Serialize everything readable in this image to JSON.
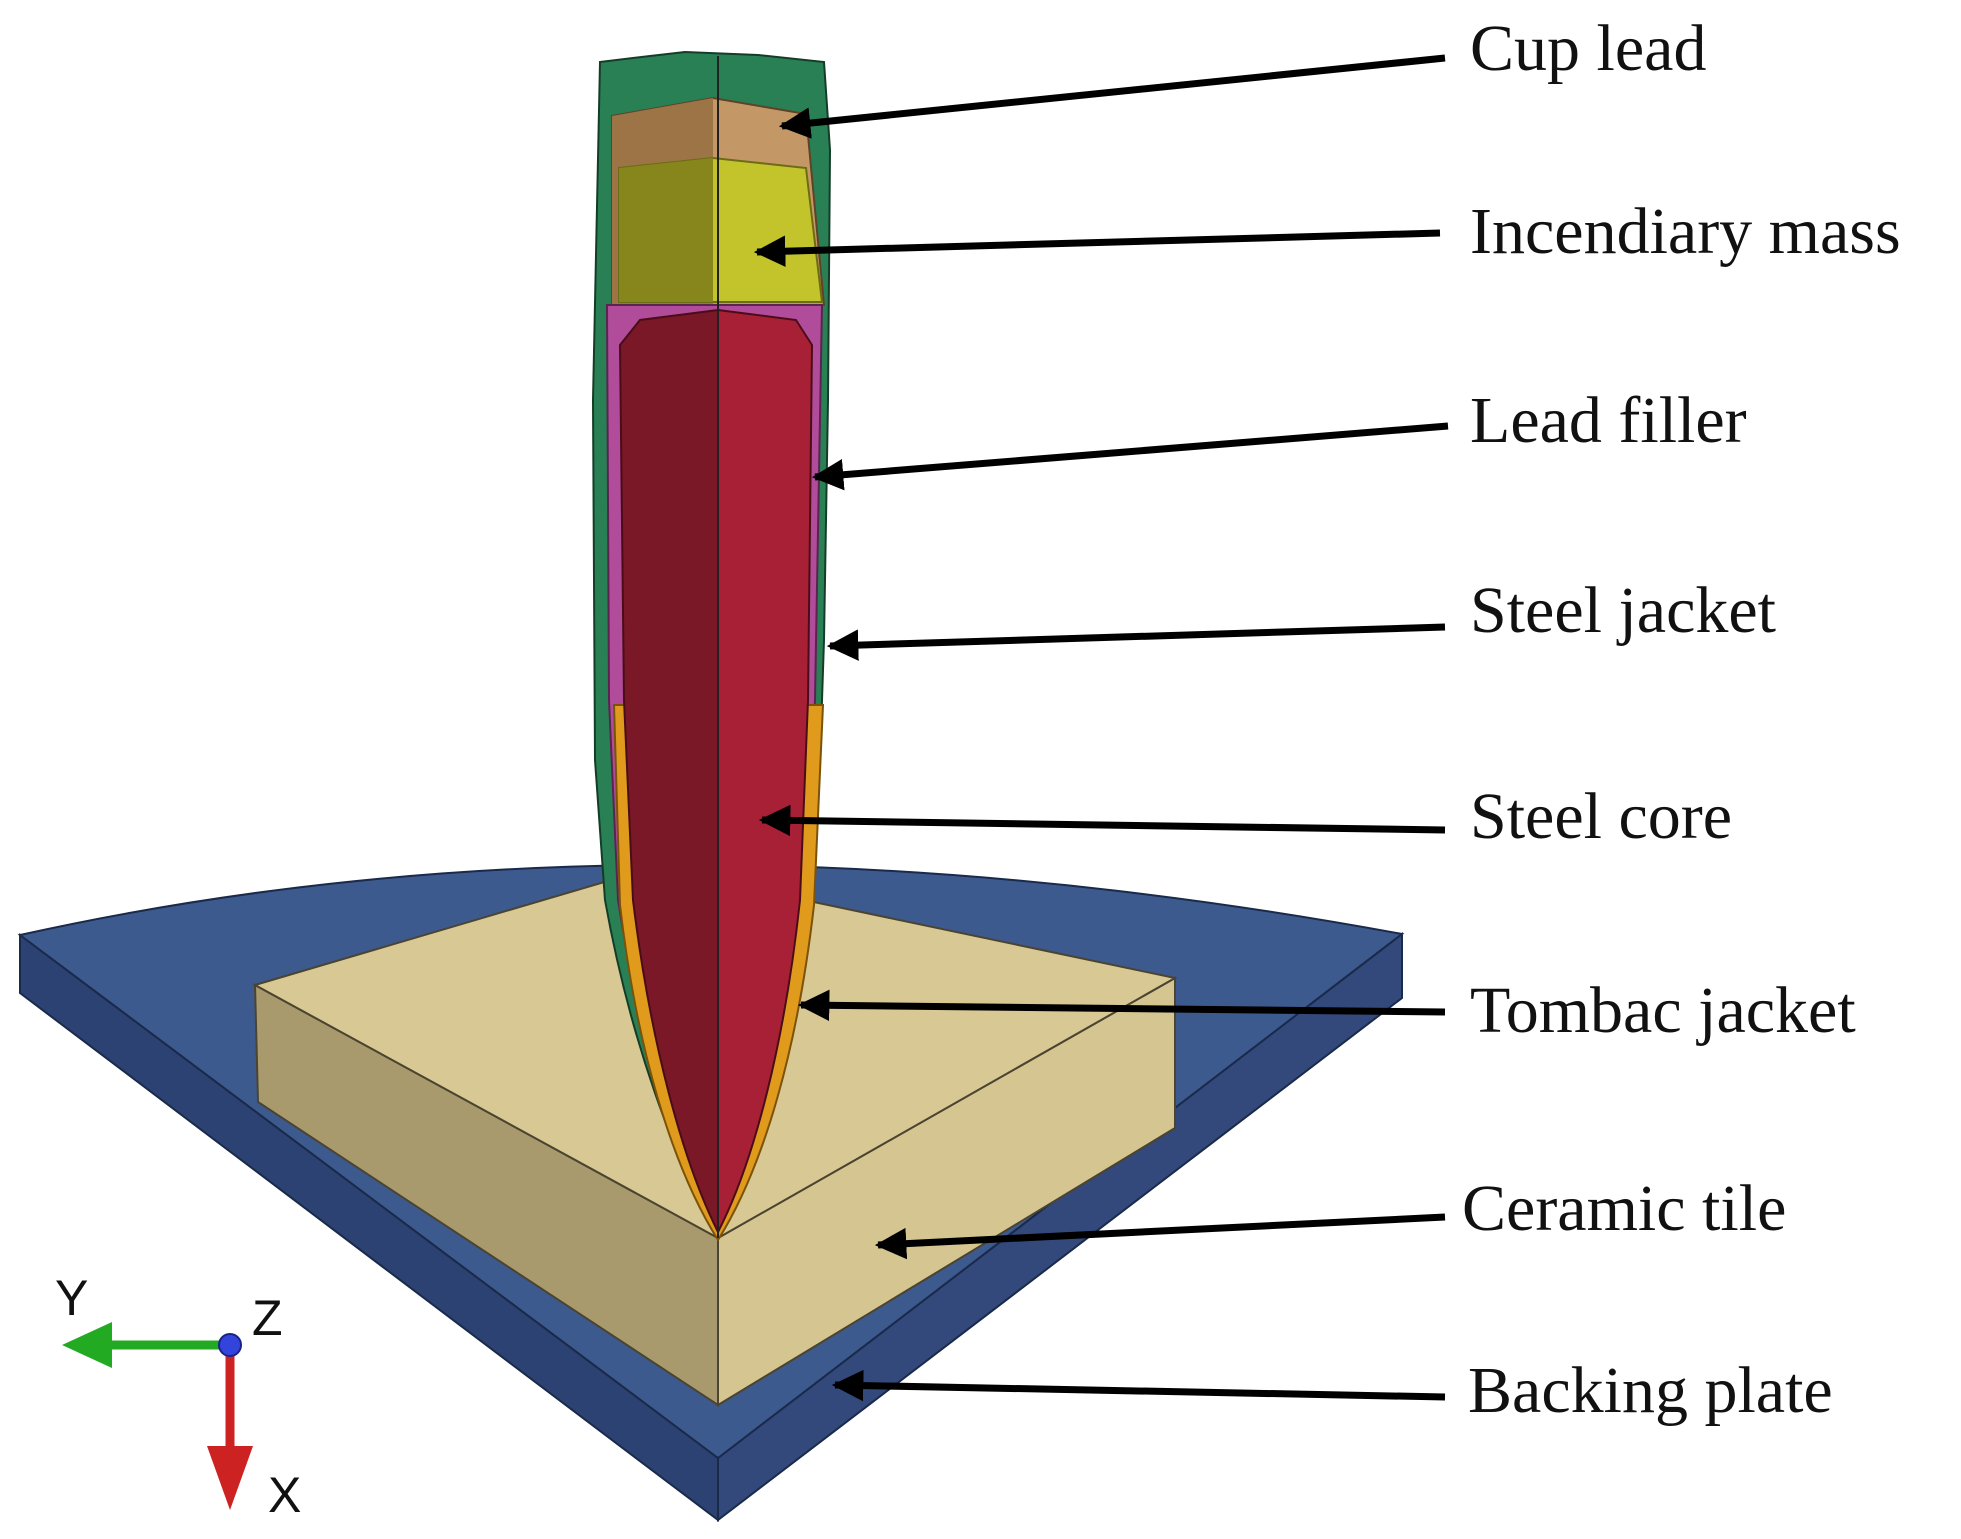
{
  "labels": {
    "cup_lead": "Cup lead",
    "incendiary_mass": "Incendiary mass",
    "lead_filler": "Lead filler",
    "steel_jacket": "Steel jacket",
    "steel_core": "Steel core",
    "tombac_jacket": "Tombac jacket",
    "ceramic_tile": "Ceramic tile",
    "backing_plate": "Backing plate"
  },
  "axes": {
    "x": "X",
    "y": "Y",
    "z": "Z"
  },
  "colors": {
    "backing_plate_top": "#3d5a8f",
    "backing_plate_side": "#2c4272",
    "ceramic_top": "#d8c894",
    "ceramic_left": "#a89a6c",
    "ceramic_right": "#d5c590",
    "steel_jacket": "#2a8055",
    "cup_lead": "#c49866",
    "incendiary_mass": "#c3c32c",
    "lead_filler": "#b04c9a",
    "steel_core_light": "#a82036",
    "steel_core_dark": "#7a1828",
    "tombac_jacket": "#e09a1c",
    "axis_x": "#cc2222",
    "axis_y": "#22aa22",
    "axis_z": "#3344dd"
  }
}
